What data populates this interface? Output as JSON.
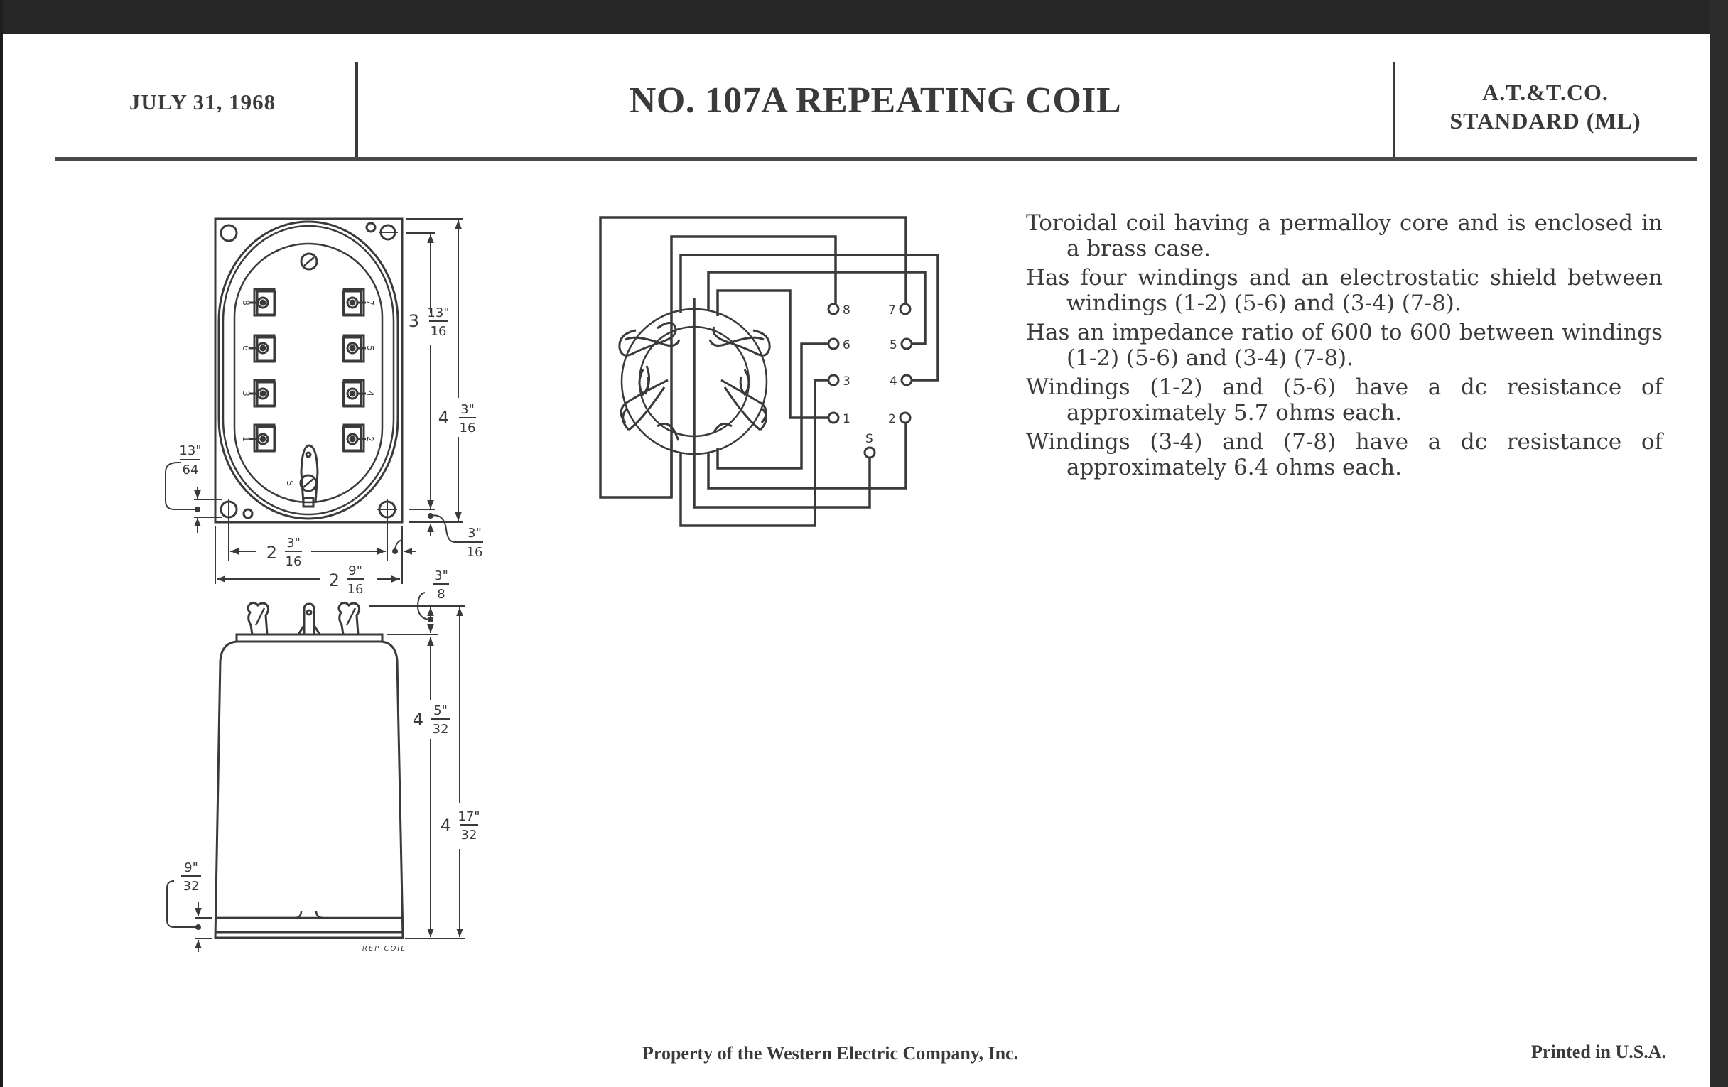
{
  "header": {
    "date": "JULY 31, 1968",
    "title": "NO. 107A REPEATING COIL",
    "standard_line1": "A.T.&T.CO.",
    "standard_line2": "STANDARD (ML)"
  },
  "top_view": {
    "terminal_labels_left": [
      "8",
      "6",
      "3",
      "1"
    ],
    "terminal_labels_right": [
      "7",
      "5",
      "4",
      "2"
    ],
    "shield_label": "S",
    "dimensions": {
      "inner_height": {
        "whole": "3",
        "num": "13\"",
        "den": "16"
      },
      "outer_height": {
        "whole": "4",
        "num": "3\"",
        "den": "16"
      },
      "hole_offset": {
        "whole": "",
        "num": "13\"",
        "den": "64"
      },
      "hole_spacing": {
        "whole": "2",
        "num": "3\"",
        "den": "16"
      },
      "edge_offset": {
        "whole": "",
        "num": "3\"",
        "den": "16"
      },
      "overall_width": {
        "whole": "2",
        "num": "9\"",
        "den": "16"
      }
    }
  },
  "side_view": {
    "label": "REP COIL",
    "dimensions": {
      "terminal_height": {
        "whole": "",
        "num": "3\"",
        "den": "8"
      },
      "body_height": {
        "whole": "4",
        "num": "5\"",
        "den": "32"
      },
      "overall_height": {
        "whole": "4",
        "num": "17\"",
        "den": "32"
      },
      "base_band": {
        "whole": "",
        "num": "9\"",
        "den": "32"
      }
    }
  },
  "schematic": {
    "terminals": [
      "8",
      "7",
      "6",
      "5",
      "3",
      "4",
      "1",
      "2",
      "S"
    ]
  },
  "description": [
    "Toroidal coil having a permalloy core and is enclosed in a brass case.",
    "Has four windings and an electrostatic shield between windings (1-2) (5-6) and (3-4) (7-8).",
    "Has an impedance ratio of 600 to 600 between windings (1-2) (5-6) and (3-4) (7-8).",
    "Windings (1-2) and (5-6) have a dc resistance of approximately 5.7 ohms each.",
    "Windings (3-4) and (7-8) have a dc resistance of approximately 6.4 ohms each."
  ],
  "footer": {
    "property": "Property of the Western Electric Company, Inc.",
    "printed": "Printed in U.S.A."
  },
  "colors": {
    "ink": "#3a3a3a",
    "paper": "#ffffff",
    "scan_border": "#262626"
  }
}
